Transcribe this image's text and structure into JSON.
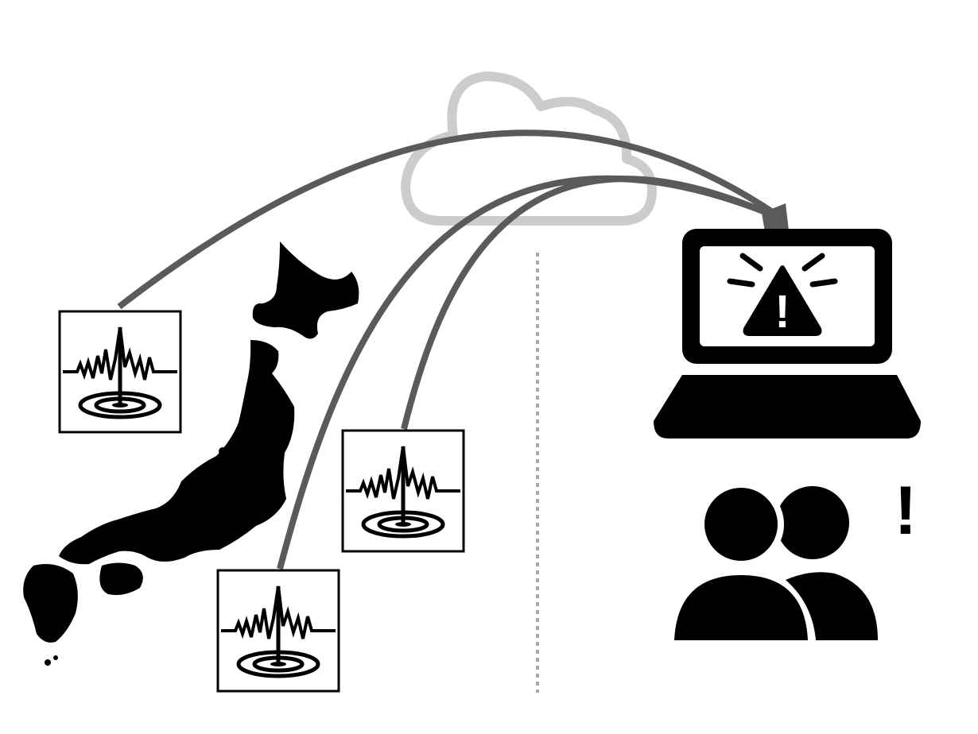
{
  "colors": {
    "background": "#ffffff",
    "ink": "#000000",
    "link": "#5a5a5a",
    "cloud": "#cccccc",
    "divider": "#a8a8a8"
  },
  "icons": {
    "map": "japan-map-icon",
    "sensor": "seismograph-sensor-icon",
    "cloud": "cloud-icon",
    "laptop": "laptop-icon",
    "alert": "warning-triangle-icon",
    "people": "people-icon"
  },
  "glyphs": {
    "alert_mark": "!",
    "people_mark": "!"
  },
  "sensors": [
    "sensor-north",
    "sensor-center",
    "sensor-south"
  ]
}
